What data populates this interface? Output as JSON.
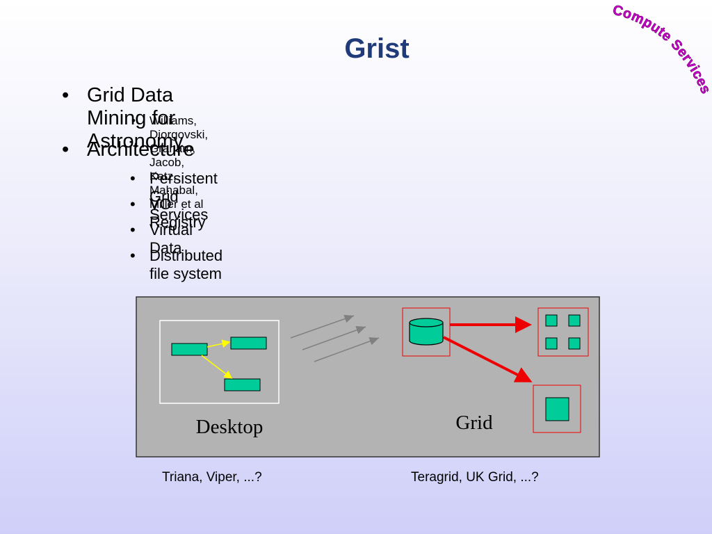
{
  "slide": {
    "title": "Grist",
    "stamp_text": "Compute Services",
    "bullets": [
      {
        "text": "Grid Data Mining for Astronomy"
      },
      {
        "text": "Williams, Djorgovski, Graham, Jacob, Katz, Mahabal, Miller et al"
      },
      {
        "text": "Architecture"
      },
      {
        "text": "Persistent Grid Services"
      },
      {
        "text": "VO Registry"
      },
      {
        "text": "Virtual Data"
      },
      {
        "text": "Distributed file system"
      }
    ],
    "bullet_glyph": "•"
  },
  "diagram": {
    "desktop_label": "Desktop",
    "grid_label": "Grid",
    "desktop_caption": "Triana, Viper, ...?",
    "grid_caption": "Teragrid, UK Grid, ...?"
  },
  "colors": {
    "title": "#1f3b7a",
    "stamp": "#cc00cc",
    "box_fill": "#00cc99",
    "diagram_bg": "#b3b3b3",
    "red_arrow": "#ee0000",
    "yellow_arrow": "#ffff00"
  }
}
